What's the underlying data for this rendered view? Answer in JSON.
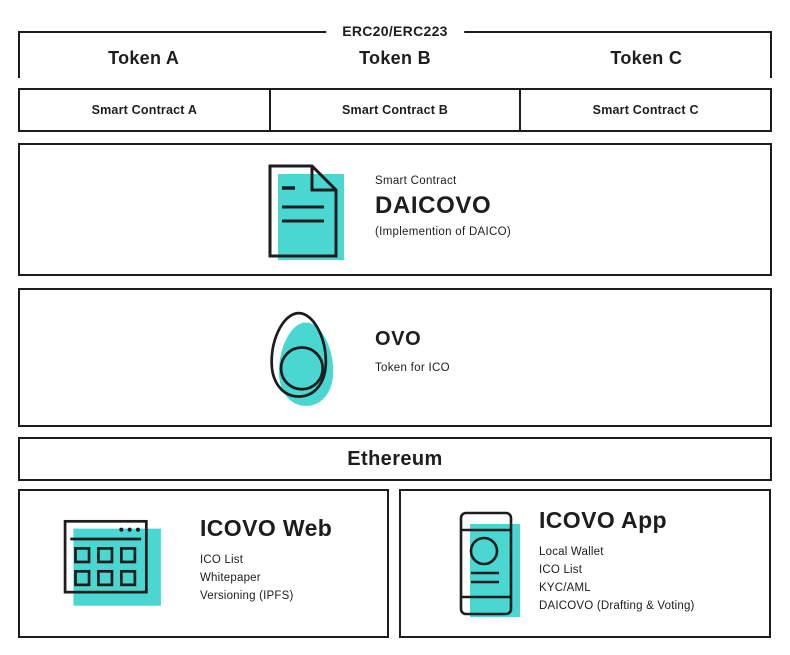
{
  "palette": {
    "teal": "#4AD7D2",
    "ink": "#1d1d1d"
  },
  "erc": {
    "label": "ERC20/ERC223",
    "tokens": [
      "Token A",
      "Token B",
      "Token C"
    ]
  },
  "smart_contracts": [
    "Smart Contract A",
    "Smart Contract B",
    "Smart Contract C"
  ],
  "daicovo": {
    "kicker": "Smart Contract",
    "title": "DAICOVO",
    "subtitle": "(Implemention of DAICO)",
    "icon": "document-icon"
  },
  "ovo": {
    "title": "OVO",
    "subtitle": "Token for ICO",
    "icon": "egg-icon"
  },
  "ethereum": {
    "label": "Ethereum"
  },
  "icovo_web": {
    "title": "ICOVO Web",
    "items": [
      "ICO List",
      "Whitepaper",
      "Versioning (IPFS)"
    ],
    "icon": "browser-icon"
  },
  "icovo_app": {
    "title": "ICOVO App",
    "items": [
      "Local Wallet",
      "ICO List",
      "KYC/AML",
      "DAICOVO (Drafting & Voting)"
    ],
    "icon": "smartphone-icon"
  }
}
